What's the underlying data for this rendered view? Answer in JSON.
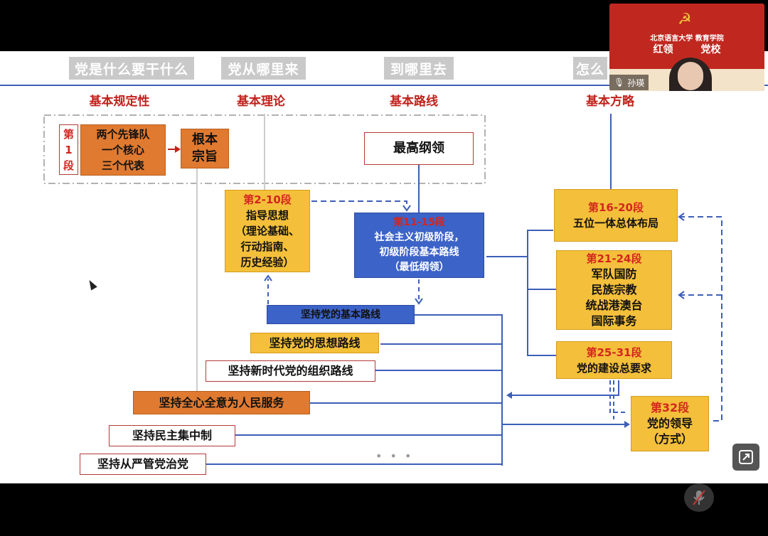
{
  "slide": {
    "headers": [
      "党是什么要干什么",
      "党从哪里来",
      "到哪里去",
      "怎么"
    ],
    "subtitles": [
      "基本规定性",
      "基本理论",
      "基本路线",
      "基本方略"
    ],
    "sec1": {
      "label": "第1段",
      "lines": [
        "两个先锋队",
        "一个核心",
        "三个代表"
      ]
    },
    "purpose": [
      "根本",
      "宗旨"
    ],
    "highest": "最高纲领",
    "sec2": {
      "label": "第2-10段",
      "lines": [
        "指导思想",
        "（理论基础、",
        "行动指南、",
        "历史经验）"
      ]
    },
    "sec11": {
      "label": "第11-15段",
      "lines": [
        "社会主义初级阶段，",
        "初级阶段基本路线",
        "（最低纲领）"
      ]
    },
    "sec16": {
      "label": "第16-20段",
      "lines": [
        "五位一体总体布局"
      ]
    },
    "sec21": {
      "label": "第21-24段",
      "lines": [
        "军队国防",
        "民族宗教",
        "统战港澳台",
        "国际事务"
      ]
    },
    "sec25": {
      "label": "第25-31段",
      "lines": [
        "党的建设总要求"
      ]
    },
    "sec32": {
      "label": "第32段",
      "lines": [
        "党的领导",
        "（方式）"
      ]
    },
    "principles": [
      "坚持党的基本路线",
      "坚持党的思想路线",
      "坚持新时代党的组织路线",
      "坚持全心全意为人民服务",
      "坚持民主集中制",
      "坚持从严管党治党"
    ],
    "more": "• • •"
  },
  "video": {
    "banner_line1": "北京语言大学  教育学院",
    "banner_line2": "红领        党校",
    "participant": "孙瑛"
  }
}
